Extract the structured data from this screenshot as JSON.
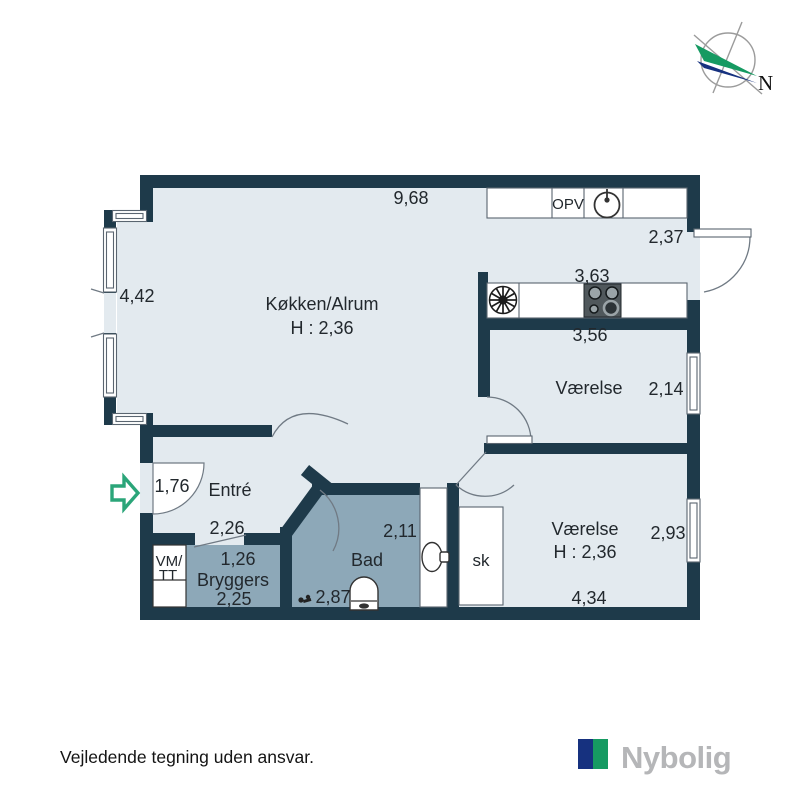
{
  "compass": {
    "north": "N"
  },
  "plan": {
    "rooms": {
      "kitchen": {
        "name": "Køkken/Alrum",
        "ceiling": "H : 2,36"
      },
      "entry": {
        "name": "Entré"
      },
      "utility": {
        "name": "Bryggers"
      },
      "bath": {
        "name": "Bad"
      },
      "bedroom1": {
        "name": "Værelse"
      },
      "bedroom2": {
        "name": "Værelse",
        "ceiling": "H : 2,36"
      },
      "closet": {
        "name": "sk"
      }
    },
    "dimensions": {
      "top_width": "9,68",
      "right_entry_door": "2,37",
      "kitchen_counter_top": "3,63",
      "kitchen_counter_bottom": "3,56",
      "bay_width": "4,42",
      "bedroom1_depth": "2,14",
      "entry_door": "1,76",
      "entry_width": "2,26",
      "utility_opening": "1,26",
      "utility_width": "2,25",
      "bath_depth": "2,11",
      "bath_width": "2,87",
      "bedroom2_depth": "2,93",
      "bedroom2_width": "4,34"
    },
    "appliances": {
      "dishwasher": "OPV",
      "washer": "VM/",
      "dryer": "TT"
    }
  },
  "footer": {
    "disclaimer": "Vejledende tegning uden ansvar.",
    "brand": "Nybolig"
  },
  "colors": {
    "wall": "#1e3a4a",
    "floor_light": "#e3eaef",
    "floor_wet": "#8da8b8",
    "brand_navy": "#16317f",
    "brand_green": "#169a62",
    "brand_gray": "#b5b6b8",
    "arrow_green": "#2ba579"
  }
}
